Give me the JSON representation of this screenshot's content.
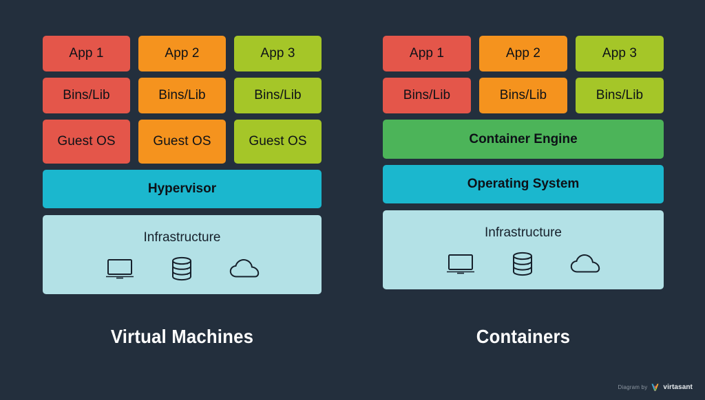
{
  "background_color": "#232f3d",
  "palette": {
    "red": "#e4564a",
    "orange": "#f5931e",
    "lime": "#a5c628",
    "teal": "#1bb7ce",
    "green": "#4cb459",
    "light_blue": "#b3e1e6",
    "text_dark": "#16202b",
    "text_light": "#ffffff"
  },
  "diagram": {
    "left": {
      "caption": "Virtual Machines",
      "apps": [
        {
          "label": "App 1",
          "color": "#e4564a"
        },
        {
          "label": "App 2",
          "color": "#f5931e"
        },
        {
          "label": "App 3",
          "color": "#a5c628"
        }
      ],
      "bins": [
        {
          "label": "Bins/Lib",
          "color": "#e4564a"
        },
        {
          "label": "Bins/Lib",
          "color": "#f5931e"
        },
        {
          "label": "Bins/Lib",
          "color": "#a5c628"
        }
      ],
      "guests": [
        {
          "label": "Guest OS",
          "color": "#e4564a"
        },
        {
          "label": "Guest OS",
          "color": "#f5931e"
        },
        {
          "label": "Guest OS",
          "color": "#a5c628"
        }
      ],
      "bands": [
        {
          "label": "Hypervisor",
          "color": "#1bb7ce"
        }
      ],
      "infrastructure": {
        "label": "Infrastructure",
        "color": "#b3e1e6",
        "icons": [
          "laptop-icon",
          "database-icon",
          "cloud-icon"
        ]
      }
    },
    "right": {
      "caption": "Containers",
      "apps": [
        {
          "label": "App 1",
          "color": "#e4564a"
        },
        {
          "label": "App 2",
          "color": "#f5931e"
        },
        {
          "label": "App 3",
          "color": "#a5c628"
        }
      ],
      "bins": [
        {
          "label": "Bins/Lib",
          "color": "#e4564a"
        },
        {
          "label": "Bins/Lib",
          "color": "#f5931e"
        },
        {
          "label": "Bins/Lib",
          "color": "#a5c628"
        }
      ],
      "bands": [
        {
          "label": "Container Engine",
          "color": "#4cb459"
        },
        {
          "label": "Operating System",
          "color": "#1bb7ce"
        }
      ],
      "infrastructure": {
        "label": "Infrastructure",
        "color": "#b3e1e6",
        "icons": [
          "laptop-icon",
          "database-icon",
          "cloud-icon"
        ]
      }
    }
  },
  "watermark": {
    "prefix": "Diagram by",
    "brand": "virtasant",
    "logo": "virtasant-v-logo-icon"
  }
}
